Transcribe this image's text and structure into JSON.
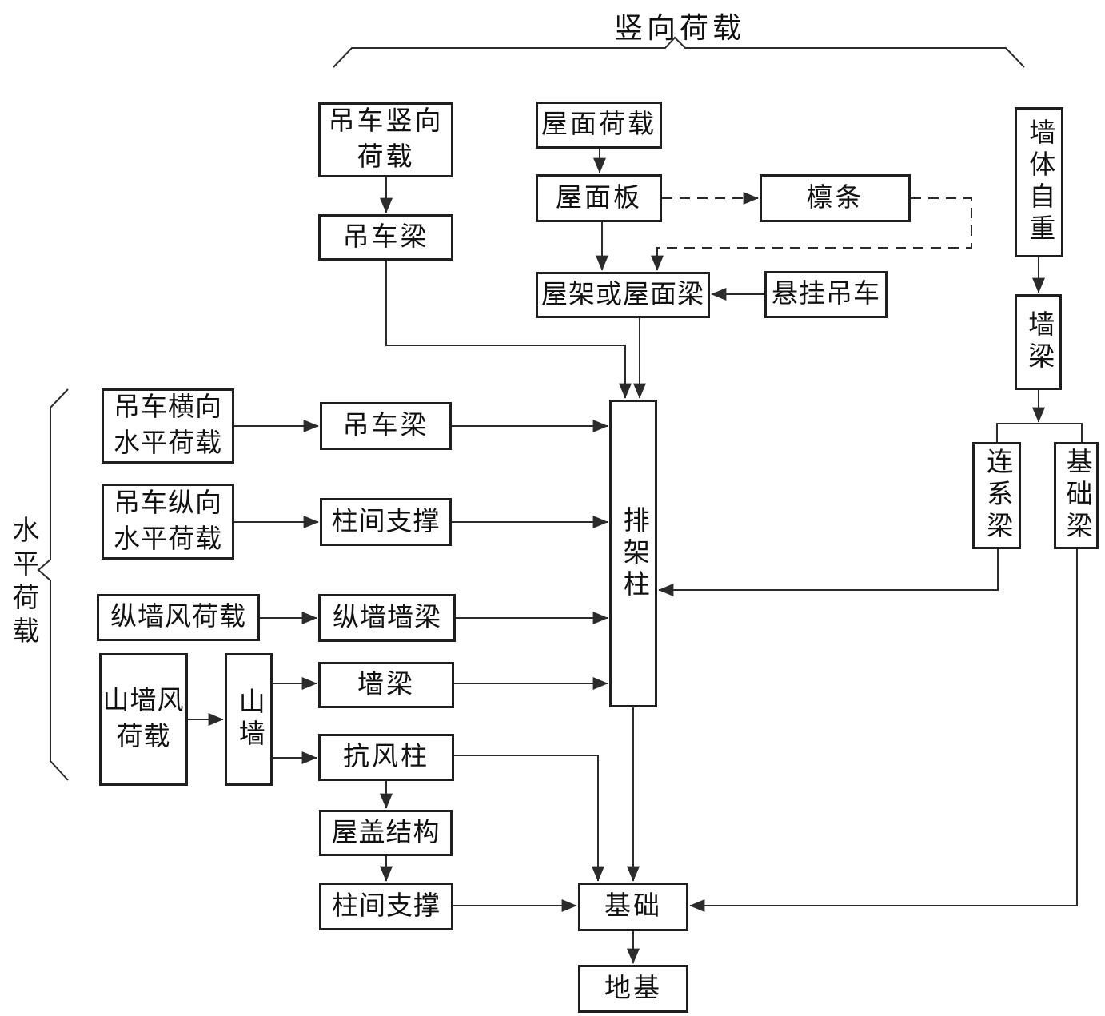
{
  "diagram": {
    "braces": {
      "top_label": "竖向荷载",
      "left_label": "水平荷载"
    },
    "nodes": {
      "crane_vertical_load": {
        "lines": [
          "吊车竖向",
          "荷载"
        ]
      },
      "roof_load": {
        "label": "屋面荷载"
      },
      "wall_self_weight": {
        "label": "墙体自重"
      },
      "crane_beam_top": {
        "label": "吊车梁"
      },
      "roof_panel": {
        "label": "屋面板"
      },
      "purlin": {
        "label": "檩条"
      },
      "roof_truss_or_beam": {
        "label": "屋架或屋面梁"
      },
      "suspended_crane": {
        "label": "悬挂吊车"
      },
      "wall_beam_right": {
        "label": "墙梁"
      },
      "bent_column": {
        "label": "排架柱"
      },
      "connecting_beam": {
        "label": "连系梁"
      },
      "foundation_beam": {
        "label": "基础梁"
      },
      "crane_transverse_load": {
        "lines": [
          "吊车横向",
          "水平荷载"
        ]
      },
      "crane_beam_mid": {
        "label": "吊车梁"
      },
      "crane_longitudinal_load": {
        "lines": [
          "吊车纵向",
          "水平荷载"
        ]
      },
      "column_bracing_upper": {
        "label": "柱间支撑"
      },
      "longitudinal_wall_wind_load": {
        "label": "纵墙风荷载"
      },
      "longitudinal_wall_beam": {
        "label": "纵墙墙梁"
      },
      "gable_wind_load": {
        "lines": [
          "山墙风",
          "荷载"
        ]
      },
      "gable_wall": {
        "label": "山墙"
      },
      "wall_beam_mid": {
        "label": "墙梁"
      },
      "wind_resistant_column": {
        "label": "抗风柱"
      },
      "roof_structure": {
        "label": "屋盖结构"
      },
      "column_bracing_lower": {
        "label": "柱间支撑"
      },
      "foundation": {
        "label": "基础"
      },
      "subgrade": {
        "label": "地基"
      }
    },
    "edges": [
      {
        "from": "crane_vertical_load",
        "to": "crane_beam_top",
        "style": "solid"
      },
      {
        "from": "roof_load",
        "to": "roof_panel",
        "style": "solid"
      },
      {
        "from": "roof_panel",
        "to": "roof_truss_or_beam",
        "style": "solid"
      },
      {
        "from": "roof_panel",
        "to": "purlin",
        "style": "dashed"
      },
      {
        "from": "purlin",
        "to": "roof_truss_or_beam",
        "style": "dashed"
      },
      {
        "from": "suspended_crane",
        "to": "roof_truss_or_beam",
        "style": "solid"
      },
      {
        "from": "crane_beam_top",
        "to": "bent_column",
        "style": "solid"
      },
      {
        "from": "roof_truss_or_beam",
        "to": "bent_column",
        "style": "solid"
      },
      {
        "from": "wall_self_weight",
        "to": "wall_beam_right",
        "style": "solid"
      },
      {
        "from": "wall_beam_right",
        "to": "connecting_beam",
        "style": "solid"
      },
      {
        "from": "wall_beam_right",
        "to": "foundation_beam",
        "style": "solid"
      },
      {
        "from": "connecting_beam",
        "to": "bent_column",
        "style": "solid"
      },
      {
        "from": "crane_transverse_load",
        "to": "crane_beam_mid",
        "style": "solid"
      },
      {
        "from": "crane_beam_mid",
        "to": "bent_column",
        "style": "solid"
      },
      {
        "from": "crane_longitudinal_load",
        "to": "column_bracing_upper",
        "style": "solid"
      },
      {
        "from": "column_bracing_upper",
        "to": "bent_column",
        "style": "solid"
      },
      {
        "from": "longitudinal_wall_wind_load",
        "to": "longitudinal_wall_beam",
        "style": "solid"
      },
      {
        "from": "longitudinal_wall_beam",
        "to": "bent_column",
        "style": "solid"
      },
      {
        "from": "gable_wind_load",
        "to": "gable_wall",
        "style": "solid"
      },
      {
        "from": "gable_wall",
        "to": "wall_beam_mid",
        "style": "solid"
      },
      {
        "from": "gable_wall",
        "to": "wind_resistant_column",
        "style": "solid"
      },
      {
        "from": "wall_beam_mid",
        "to": "bent_column",
        "style": "solid"
      },
      {
        "from": "wind_resistant_column",
        "to": "roof_structure",
        "style": "solid"
      },
      {
        "from": "wind_resistant_column",
        "to": "foundation",
        "style": "solid"
      },
      {
        "from": "roof_structure",
        "to": "column_bracing_lower",
        "style": "solid"
      },
      {
        "from": "column_bracing_lower",
        "to": "foundation",
        "style": "solid"
      },
      {
        "from": "bent_column",
        "to": "foundation",
        "style": "solid"
      },
      {
        "from": "foundation_beam",
        "to": "foundation",
        "style": "solid"
      },
      {
        "from": "foundation",
        "to": "subgrade",
        "style": "solid"
      }
    ],
    "colors": {
      "line": "#2b2b2b",
      "text": "#111111",
      "background": "#ffffff"
    }
  }
}
